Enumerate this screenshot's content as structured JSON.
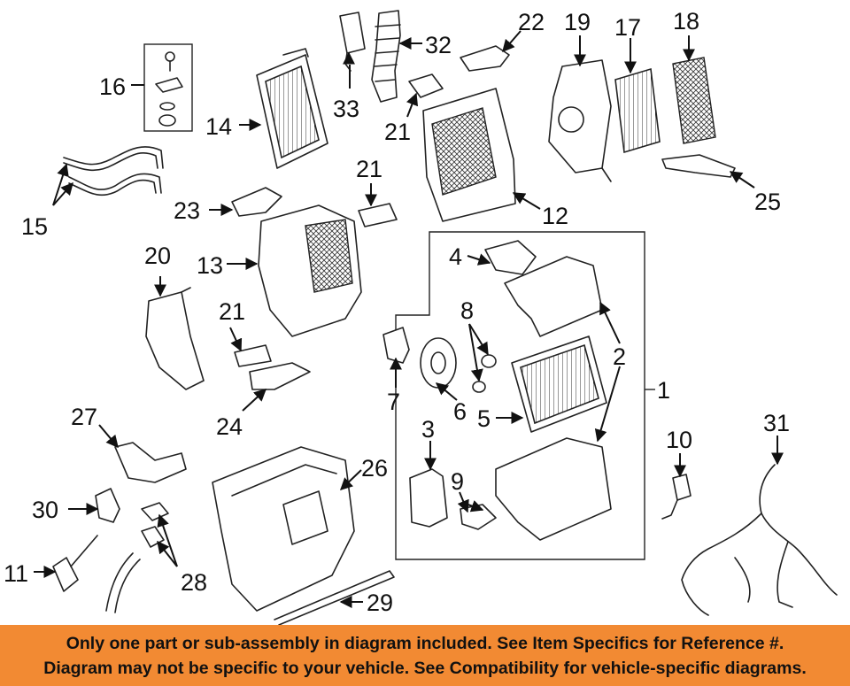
{
  "callouts": {
    "c1": "1",
    "c2": "2",
    "c3": "3",
    "c4": "4",
    "c5": "5",
    "c6": "6",
    "c7": "7",
    "c8": "8",
    "c9": "9",
    "c10": "10",
    "c11": "11",
    "c12": "12",
    "c13": "13",
    "c14": "14",
    "c15": "15",
    "c16": "16",
    "c17": "17",
    "c18": "18",
    "c19": "19",
    "c20": "20",
    "c21a": "21",
    "c21b": "21",
    "c21c": "21",
    "c22": "22",
    "c23": "23",
    "c24": "24",
    "c25": "25",
    "c26": "26",
    "c27": "27",
    "c28": "28",
    "c29": "29",
    "c30": "30",
    "c31": "31",
    "c32": "32",
    "c33": "33"
  },
  "banner": {
    "line1": "Only one part or sub-assembly in diagram included. See Item Specifics for Reference #.",
    "line2": "Diagram may not be specific to your vehicle. See Compatibility for vehicle-specific diagrams."
  },
  "colors": {
    "banner_bg": "#f28a33",
    "line": "#222222",
    "text": "#111111"
  }
}
